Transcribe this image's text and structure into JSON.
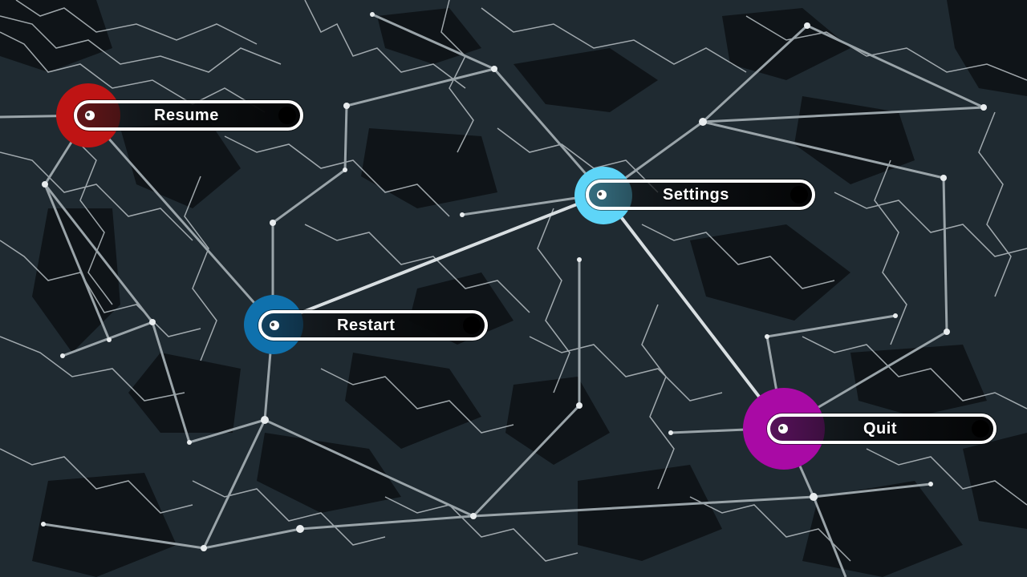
{
  "menu": {
    "items": [
      {
        "label": "Resume",
        "accent": "#bf1414"
      },
      {
        "label": "Settings",
        "accent": "#5ed5f8"
      },
      {
        "label": "Restart",
        "accent": "#0f71ad"
      },
      {
        "label": "Quit",
        "accent": "#a90aa5"
      }
    ]
  },
  "theme": {
    "background": "#1f2a31",
    "dark_region": "#0f1418",
    "line_color": "#b8c0c4",
    "pill_border": "#ffffff"
  },
  "icons": {
    "pin": "pin-icon",
    "end": "end-dot-icon"
  }
}
